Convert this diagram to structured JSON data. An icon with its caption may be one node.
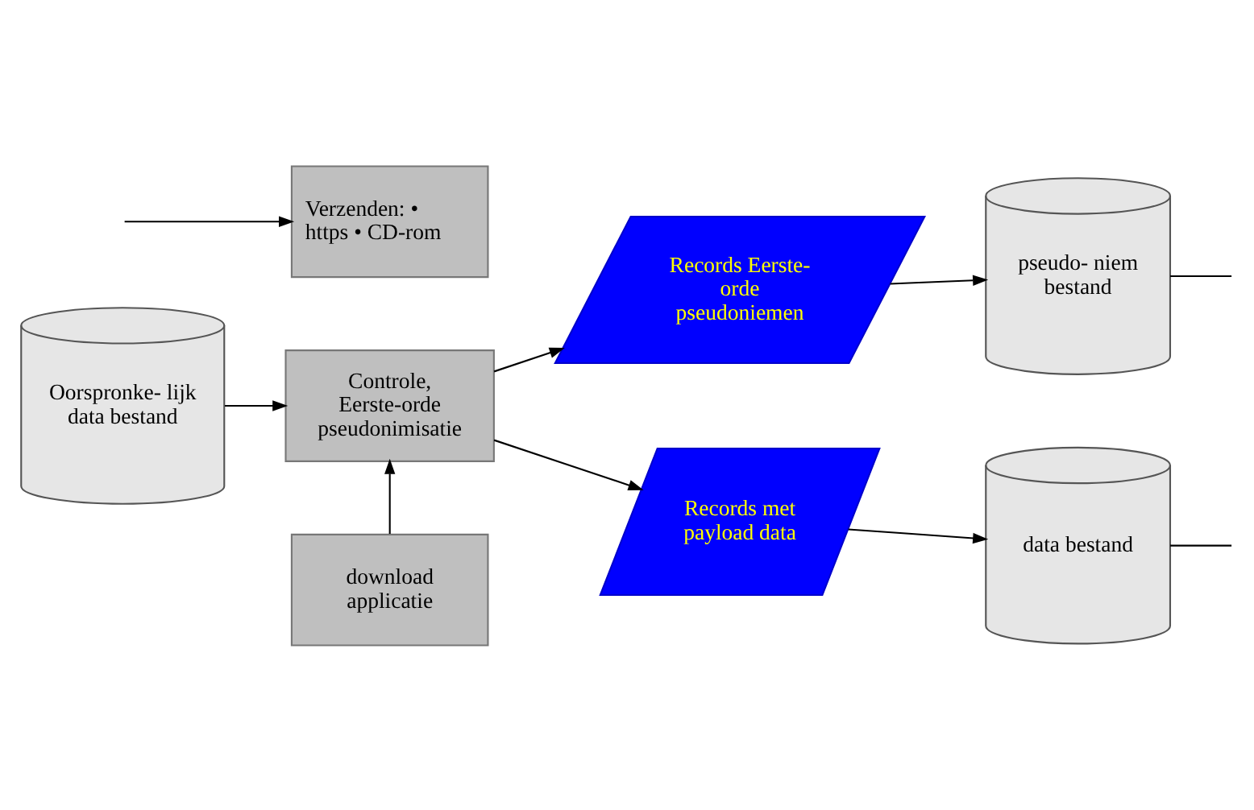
{
  "diagram": {
    "nodes": [
      {
        "text": [
          "Oorspronke- lijk data bestand"
        ]
      },
      {
        "text": [
          "download applicatie"
        ]
      },
      {
        "text": [
          "Controle, Eerste-orde pseudonimisatie"
        ]
      },
      {
        "text": [
          "Records Eerste-orde pseudoniemen"
        ]
      },
      {
        "text": [
          "Records met payload data"
        ]
      },
      {
        "text": [
          "pseudo- niem bestand"
        ]
      },
      {
        "text": [
          "data bestand"
        ]
      },
      {
        "text": [
          "Verzenden: • https • CD-rom"
        ]
      }
    ],
    "edges": [
      {
        "from": 0,
        "to": 2,
        "arrow": "to"
      },
      {
        "from": 1,
        "to": 2,
        "arrow": "to"
      },
      {
        "from": 2,
        "to": 3,
        "arrow": "to"
      },
      {
        "from": 2,
        "to": 4,
        "arrow": "to"
      },
      {
        "from": 3,
        "to": 5,
        "arrow": "to"
      },
      {
        "from": 4,
        "to": 6,
        "arrow": "to"
      },
      {
        "from": 5,
        "to": null,
        "arrow": "none"
      },
      {
        "from": 6,
        "to": null,
        "arrow": "none"
      },
      {
        "from": null,
        "to": 7,
        "arrow": "to"
      }
    ]
  }
}
